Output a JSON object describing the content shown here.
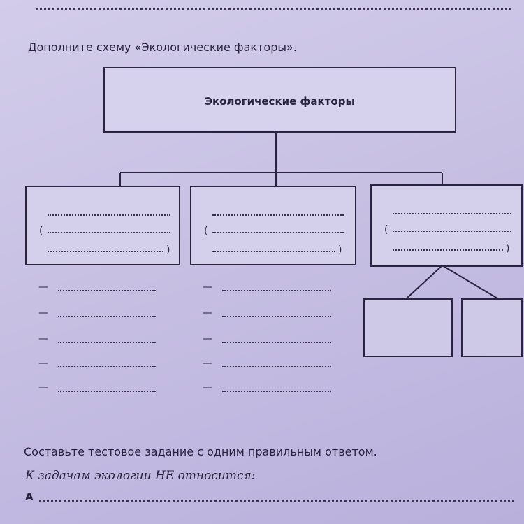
{
  "instruction": "Дополните схему «Экологические факторы».",
  "diagram": {
    "root": "Экологические факторы",
    "groups": [
      {
        "lines": [
          "",
          "(",
          ")"
        ]
      },
      {
        "lines": [
          "",
          "(",
          ")"
        ]
      },
      {
        "lines": [
          "",
          "(",
          ")"
        ]
      }
    ]
  },
  "bullet_dash": "—",
  "task_heading": "Составьте тестовое задание с одним правильным ответом.",
  "task_question": "К задачам экологии НЕ относится:",
  "answer_label": "А"
}
